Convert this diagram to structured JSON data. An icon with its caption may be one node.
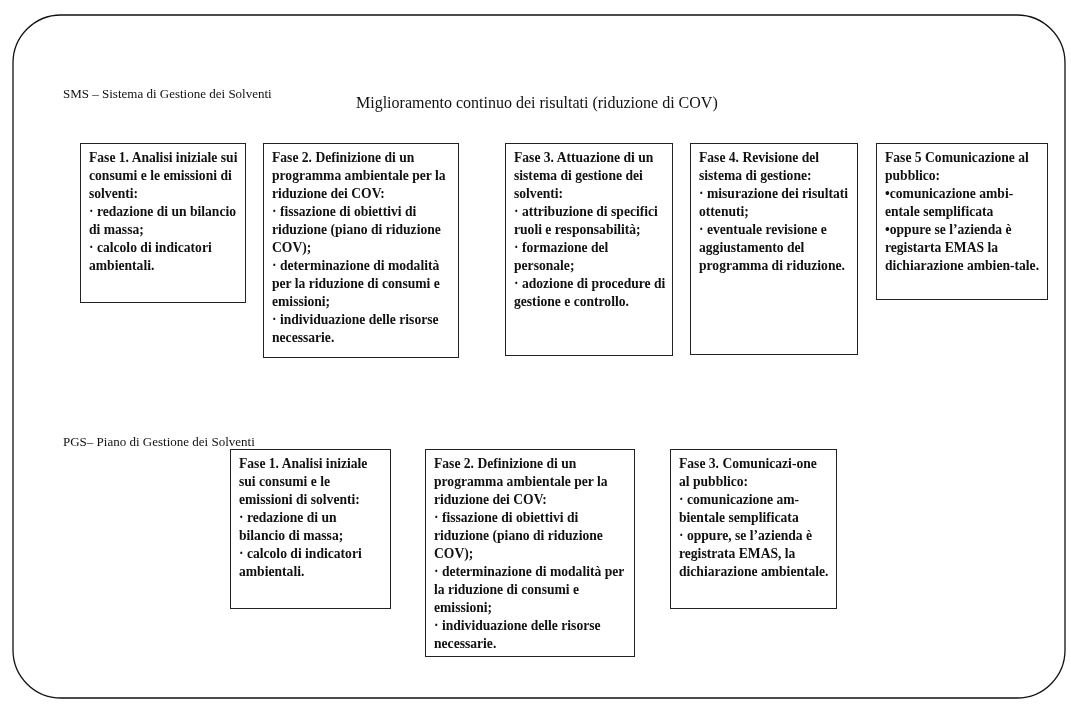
{
  "diagram": {
    "nodes": [
      {
        "text": [
          "SMS – Sistema di Gestione dei Solventi",
          "Miglioramento continuo dei risultati (riduzione di COV)",
          "PGS– Piano di Gestione dei Solventi"
        ]
      },
      {
        "text": [
          "Fase 1. Analisi iniziale sui consumi e le emissioni di solventi:",
          "· redazione di un bilancio di massa;",
          "· calcolo di indicatori ambientali."
        ],
        "in": 0
      },
      {
        "text": [
          "Fase 2. Definizione di un programma ambientale per la riduzione dei COV:",
          "· fissazione di obiettivi di riduzione (piano di riduzione COV);",
          "· determinazione di modalità per la riduzione di consumi e emissioni;",
          "· individuazione delle risorse necessarie."
        ],
        "in": 0
      },
      {
        "text": [
          "Fase 3. Attuazione di un sistema di gestione dei solventi:",
          "· attribuzione di specifici ruoli e responsabilità;",
          "· formazione del personale;",
          "· adozione di procedure di gestione e  controllo."
        ],
        "in": 0
      },
      {
        "text": [
          "Fase 4. Revisione del sistema di gestione:",
          "· misurazione dei risultati ottenuti;",
          "· eventuale revisione e aggiustamento del programma di riduzione."
        ],
        "in": 0
      },
      {
        "text": [
          "Fase 5 Comunicazione al pubblico:",
          "•comunicazione ambi-entale semplificata",
          "•oppure se l’azienda è registarta EMAS la dichiarazione ambien-tale."
        ],
        "in": 0
      },
      {
        "text": [
          "Fase 1. Analisi iniziale sui consumi e le emissioni di solventi:",
          "· redazione di un bilancio di massa;",
          "· calcolo di indicatori ambientali."
        ],
        "in": 0
      },
      {
        "text": [
          "Fase 2. Definizione di un programma ambientale per la riduzione dei COV:",
          "· fissazione di obiettivi di riduzione (piano di riduzione COV);",
          "· determinazione di modalità per la riduzione di consumi e emissioni;",
          "· individuazione delle risorse necessarie."
        ],
        "in": 0
      },
      {
        "text": [
          "Fase 3.  Comunicazi-one al pubblico:",
          "· comunicazione am-bientale semplificata",
          "· oppure, se l’azienda è registrata EMAS, la dichiarazione ambientale."
        ],
        "in": 0
      }
    ]
  }
}
